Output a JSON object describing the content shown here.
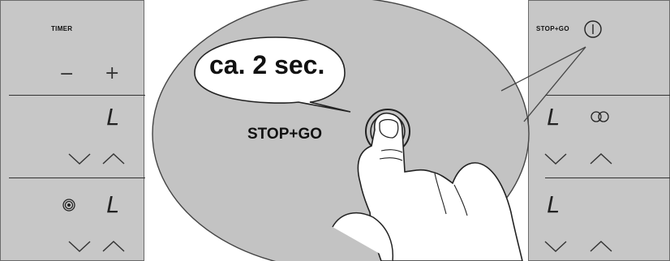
{
  "left_panel": {
    "timer_label": "TIMER",
    "minus_symbol": "−",
    "plus_symbol": "+",
    "display_1": "L",
    "display_2": "L"
  },
  "right_panel": {
    "stopgo_label": "STOP+GO",
    "display_1": "L",
    "display_2": "L"
  },
  "callout": {
    "bubble_text": "ca. 2 sec.",
    "button_text": "STOP+GO"
  },
  "icons": {
    "power": "power-icon",
    "bridge": "bridge-zone-icon",
    "zone": "cooking-zone-icon",
    "down": "chevron-down-icon",
    "up": "chevron-up-icon",
    "hand": "hand-pointer-icon"
  }
}
